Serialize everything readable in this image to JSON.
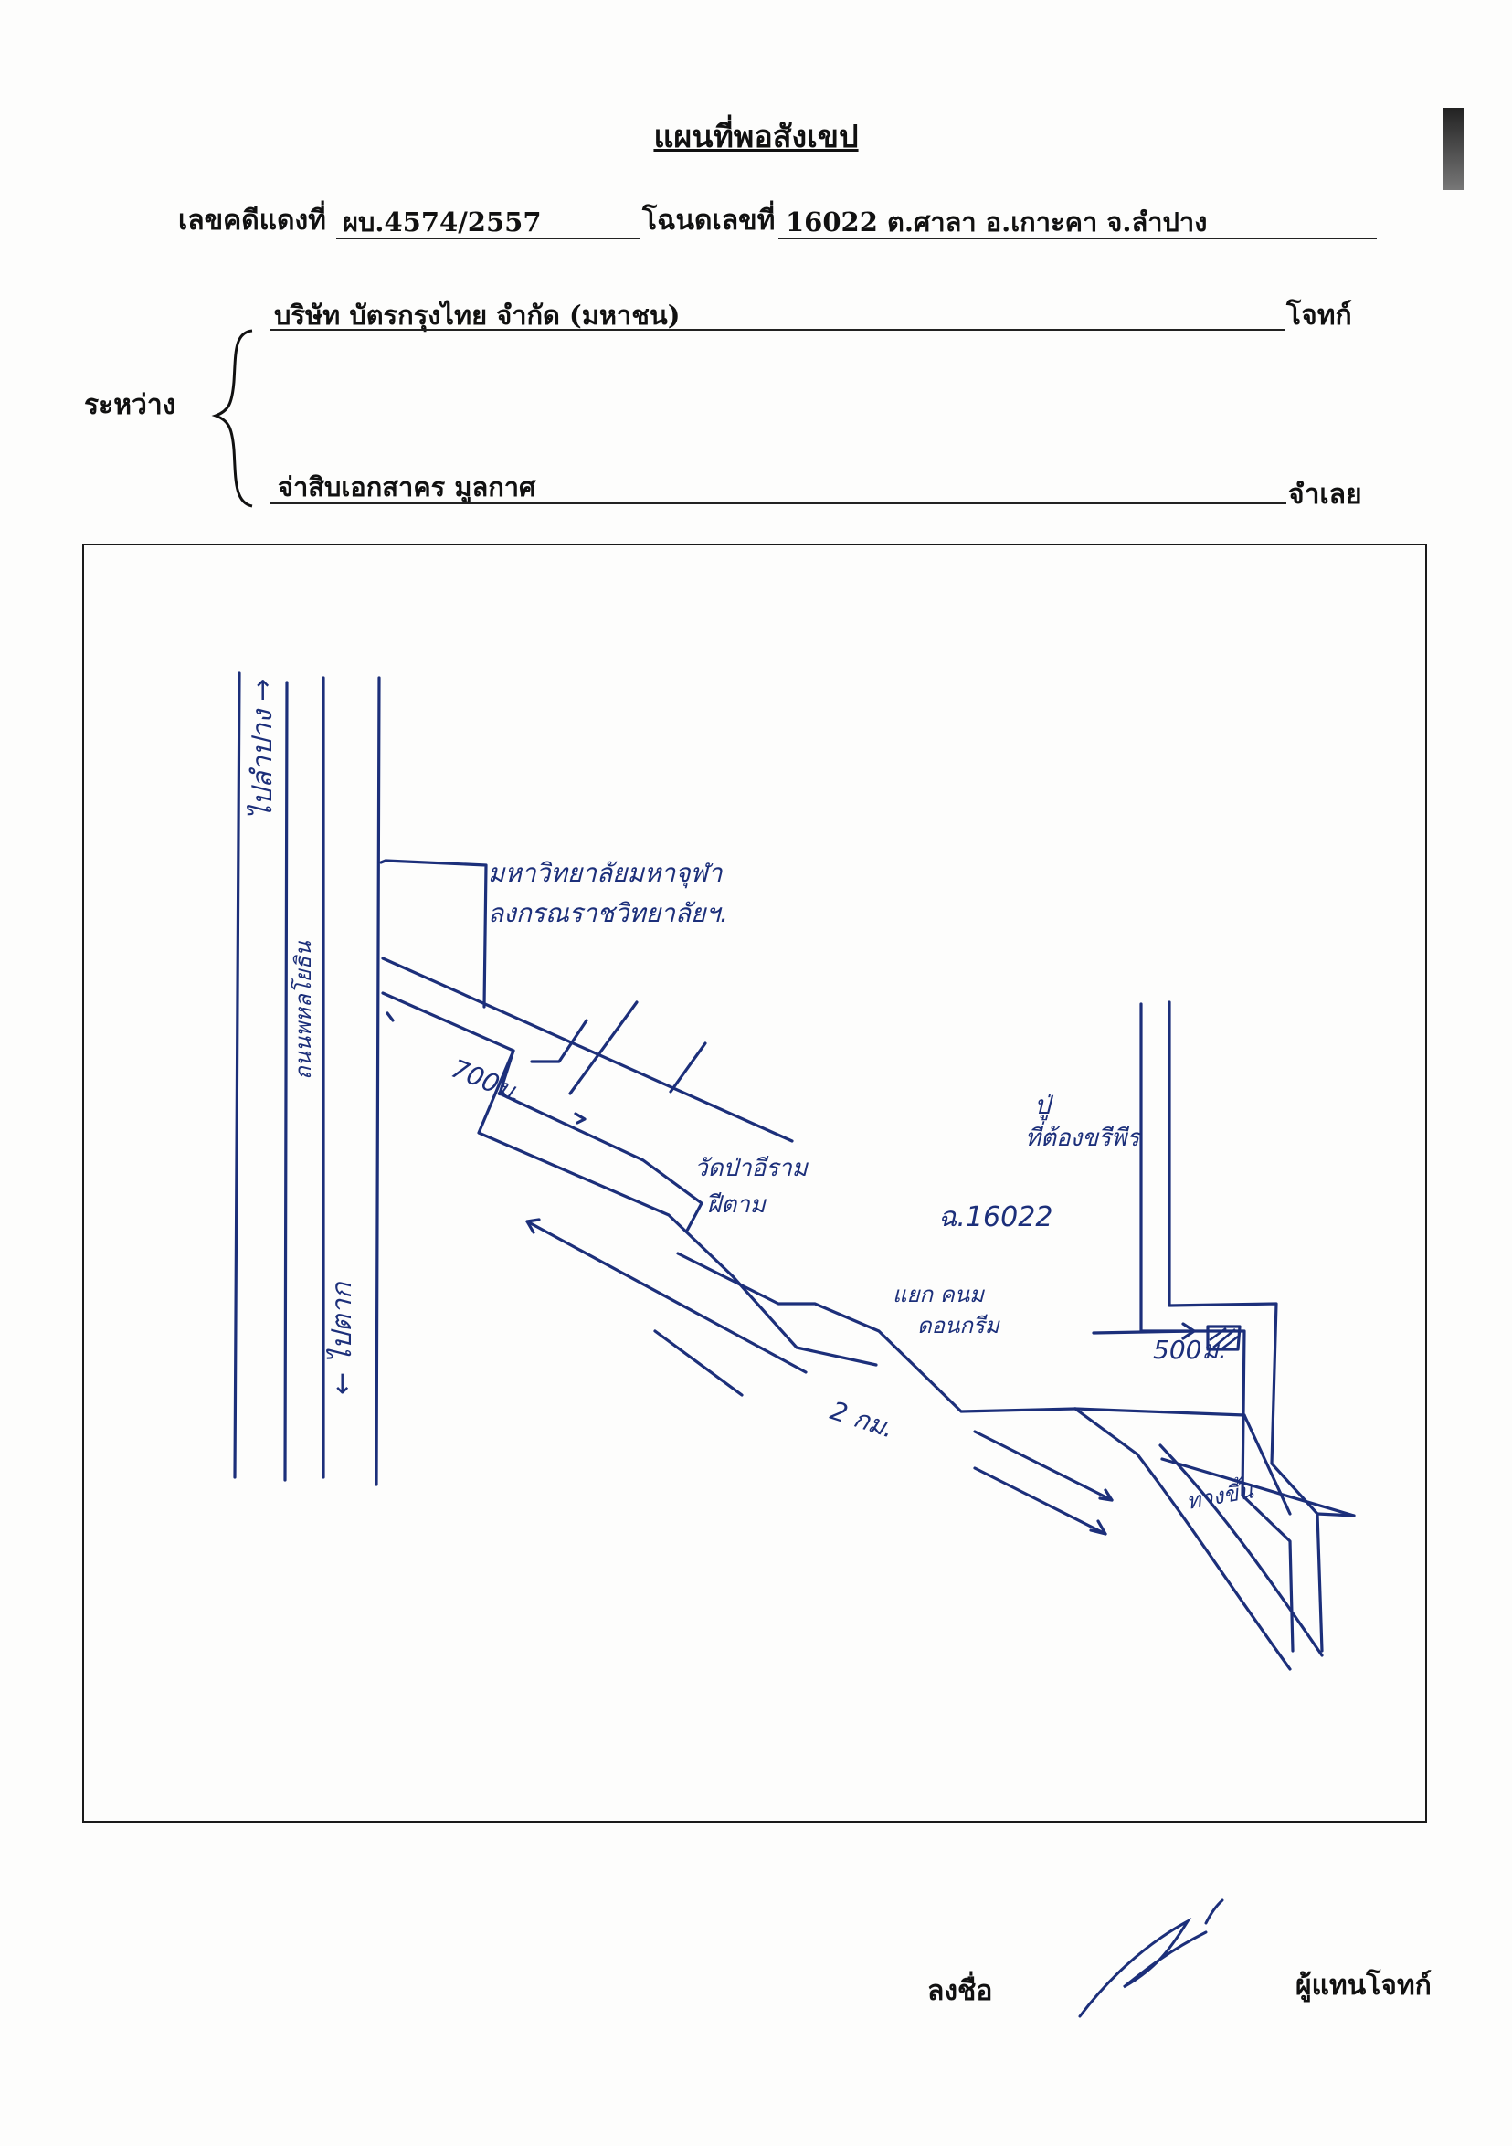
{
  "document": {
    "title": "แผนที่พอสังเขป",
    "case_label": "เลขคดีแดงที่",
    "case_number": "ผบ.4574/2557",
    "deed_label": "โฉนดเลขที่",
    "deed_value": "16022  ต.ศาลา  อ.เกาะคา  จ.ลำปาง",
    "between_label": "ระหว่าง",
    "plaintiff_name": "บริษัท บัตรกรุงไทย  จำกัด (มหาชน)",
    "plaintiff_label": "โจทก์",
    "defendant_name": "จ่าสิบเอกสาคร  มูลกาศ",
    "defendant_label": "จำเลย",
    "sign_label": "ลงชื่อ",
    "representative_label": "ผู้แทนโจทก์"
  },
  "map": {
    "road_to_lampang": "ไปลำปาง →",
    "highway_name": "ถนนพหลโยธิน",
    "road_to_tak": "← ไปตาก",
    "university_line1": "มหาวิทยาลัยมหาจุฬา",
    "university_line2": "ลงกรณราชวิทยาลัยฯ.",
    "dist_700m": "700ม.",
    "temple_line1": "วัดป่าอีราม",
    "temple_line2": "ฝีตาม",
    "dist_2km": "2 กม.",
    "deed_mark": "ฉ.16022",
    "owner_line1": "ปู่",
    "owner_line2": "ที่ต้องขรีพีร",
    "junction_line1": "แยก คนม",
    "junction_line2": "ดอนกรีม",
    "dist_500m": "500ม.",
    "stop_label": "ทางขึ้น"
  },
  "colors": {
    "ink": "#1c2f7a",
    "text": "#111111"
  }
}
